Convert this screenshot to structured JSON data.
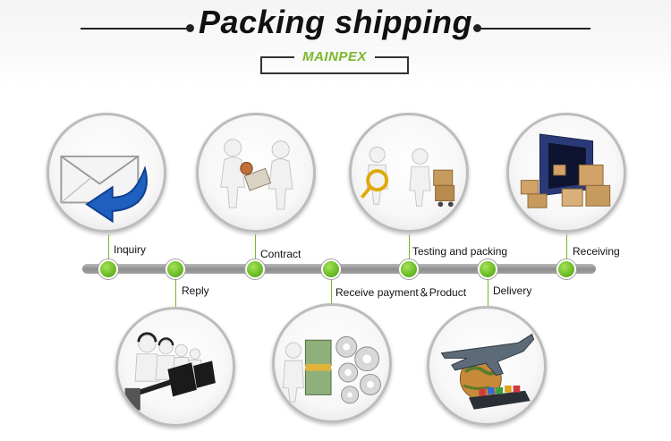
{
  "header": {
    "title": "Packing shipping",
    "brand": "MAINPEX"
  },
  "steps": {
    "inquiry": "Inquiry",
    "reply": "Reply",
    "contract": "Contract",
    "receive_payment": "Receive payment＆Product",
    "testing_packing": "Testing and packing",
    "delivery": "Delivery",
    "receiving": "Receiving"
  },
  "colors": {
    "accent": "#7ab82a",
    "timeline": "#9e9e9e",
    "title": "#111111"
  },
  "icons": [
    "envelope-reply-icon",
    "handshake-contract-icon",
    "magnifier-testing-icon",
    "container-receiving-icon",
    "call-center-icon",
    "money-gears-icon",
    "plane-globe-ship-icon"
  ]
}
